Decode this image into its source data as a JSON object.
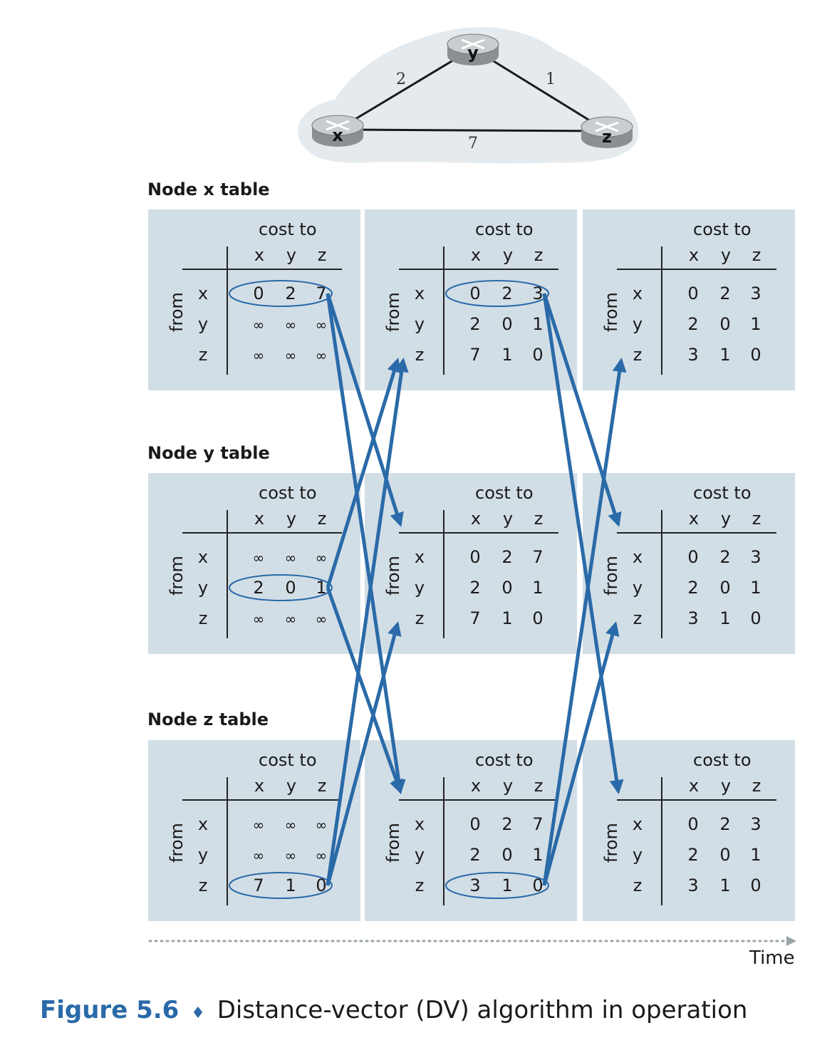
{
  "topology": {
    "nodes": [
      "x",
      "y",
      "z"
    ],
    "links": [
      {
        "from": "x",
        "to": "y",
        "cost": "2"
      },
      {
        "from": "y",
        "to": "z",
        "cost": "1"
      },
      {
        "from": "x",
        "to": "z",
        "cost": "7"
      }
    ]
  },
  "labels": {
    "cost_to": "cost to",
    "from": "from",
    "columns": [
      "x",
      "y",
      "z"
    ],
    "rows": [
      "x",
      "y",
      "z"
    ]
  },
  "groups": [
    {
      "title": "Node x table",
      "tables": [
        {
          "rows": [
            [
              "0",
              "2",
              "7"
            ],
            [
              "∞",
              "∞",
              "∞"
            ],
            [
              "∞",
              "∞",
              "∞"
            ]
          ],
          "circled_row": 0
        },
        {
          "rows": [
            [
              "0",
              "2",
              "3"
            ],
            [
              "2",
              "0",
              "1"
            ],
            [
              "7",
              "1",
              "0"
            ]
          ],
          "circled_row": 0
        },
        {
          "rows": [
            [
              "0",
              "2",
              "3"
            ],
            [
              "2",
              "0",
              "1"
            ],
            [
              "3",
              "1",
              "0"
            ]
          ],
          "circled_row": null
        }
      ]
    },
    {
      "title": "Node y table",
      "tables": [
        {
          "rows": [
            [
              "∞",
              "∞",
              "∞"
            ],
            [
              "2",
              "0",
              "1"
            ],
            [
              "∞",
              "∞",
              "∞"
            ]
          ],
          "circled_row": 1
        },
        {
          "rows": [
            [
              "0",
              "2",
              "7"
            ],
            [
              "2",
              "0",
              "1"
            ],
            [
              "7",
              "1",
              "0"
            ]
          ],
          "circled_row": null
        },
        {
          "rows": [
            [
              "0",
              "2",
              "3"
            ],
            [
              "2",
              "0",
              "1"
            ],
            [
              "3",
              "1",
              "0"
            ]
          ],
          "circled_row": null
        }
      ]
    },
    {
      "title": "Node z table",
      "tables": [
        {
          "rows": [
            [
              "∞",
              "∞",
              "∞"
            ],
            [
              "∞",
              "∞",
              "∞"
            ],
            [
              "7",
              "1",
              "0"
            ]
          ],
          "circled_row": 2
        },
        {
          "rows": [
            [
              "0",
              "2",
              "7"
            ],
            [
              "2",
              "0",
              "1"
            ],
            [
              "3",
              "1",
              "0"
            ]
          ],
          "circled_row": 2
        },
        {
          "rows": [
            [
              "0",
              "2",
              "3"
            ],
            [
              "2",
              "0",
              "1"
            ],
            [
              "3",
              "1",
              "0"
            ]
          ],
          "circled_row": null
        }
      ]
    }
  ],
  "time_label": "Time",
  "caption": {
    "figure": "Figure 5.6",
    "separator": "♦",
    "text": "Distance-vector (DV) algorithm in operation"
  },
  "colors": {
    "arrow": "#2a6aa8",
    "panel": "#d2dee6",
    "cloud": "#e4eaee",
    "caption_accent": "#2a6aa8"
  }
}
